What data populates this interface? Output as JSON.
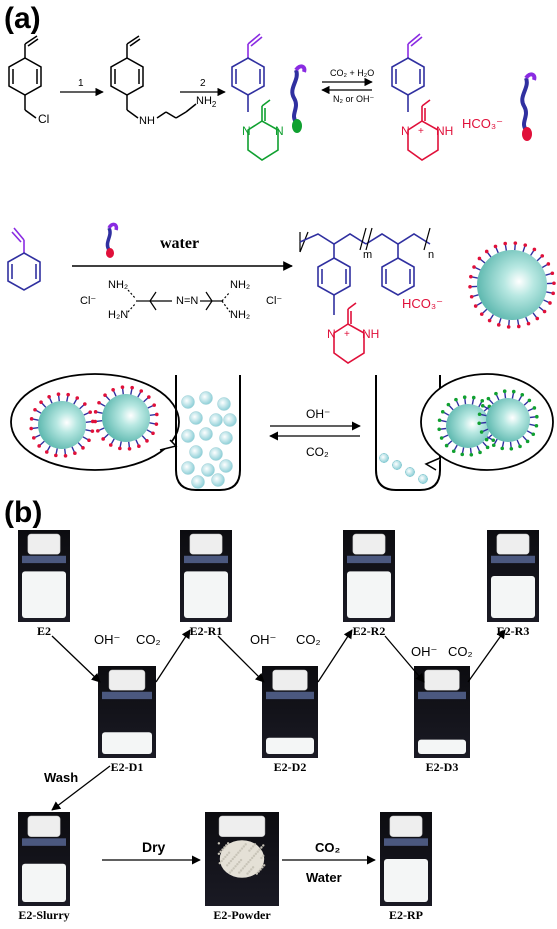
{
  "panel_a": {
    "label": "(a)",
    "step1": "1",
    "step2": "2",
    "cl": "Cl",
    "nh": "NH",
    "nh2": "NH",
    "co2_h2o": "CO₂ + H₂O",
    "n2_oh": "N₂ or OH⁻",
    "hco3": "HCO₃⁻",
    "n_plus": "N",
    "plus": "+",
    "water": "water",
    "initiator_nh2_left": "NH₂",
    "initiator_h2n_left": "H₂N",
    "initiator_nh2_right": "NH₂",
    "initiator_nh2_right2": "NH₂",
    "cl_minus": "Cl⁻",
    "azo": "N=N",
    "m": "m",
    "n": "n",
    "hco3_polymer": "HCO₃⁻",
    "oh_minus": "OH⁻",
    "co2": "CO₂"
  },
  "panel_b": {
    "label": "(b)",
    "vials_top": [
      "E2",
      "E2-R1",
      "E2-R2",
      "E2-R3"
    ],
    "vials_mid": [
      "E2-D1",
      "E2-D2",
      "E2-D3"
    ],
    "vials_bottom": [
      "E2-Slurry",
      "E2-Powder",
      "E2-RP"
    ],
    "oh": "OH⁻",
    "co2": "CO₂",
    "wash": "Wash",
    "dry": "Dry",
    "co2_bottom": "CO₂",
    "water_bottom": "Water"
  },
  "colors": {
    "blue_polymer": "#3030a0",
    "green_amidine": "#10a030",
    "red_amidinium": "#e0103a",
    "particle": "#7fd0c8",
    "hco3_red": "#e0103a"
  }
}
